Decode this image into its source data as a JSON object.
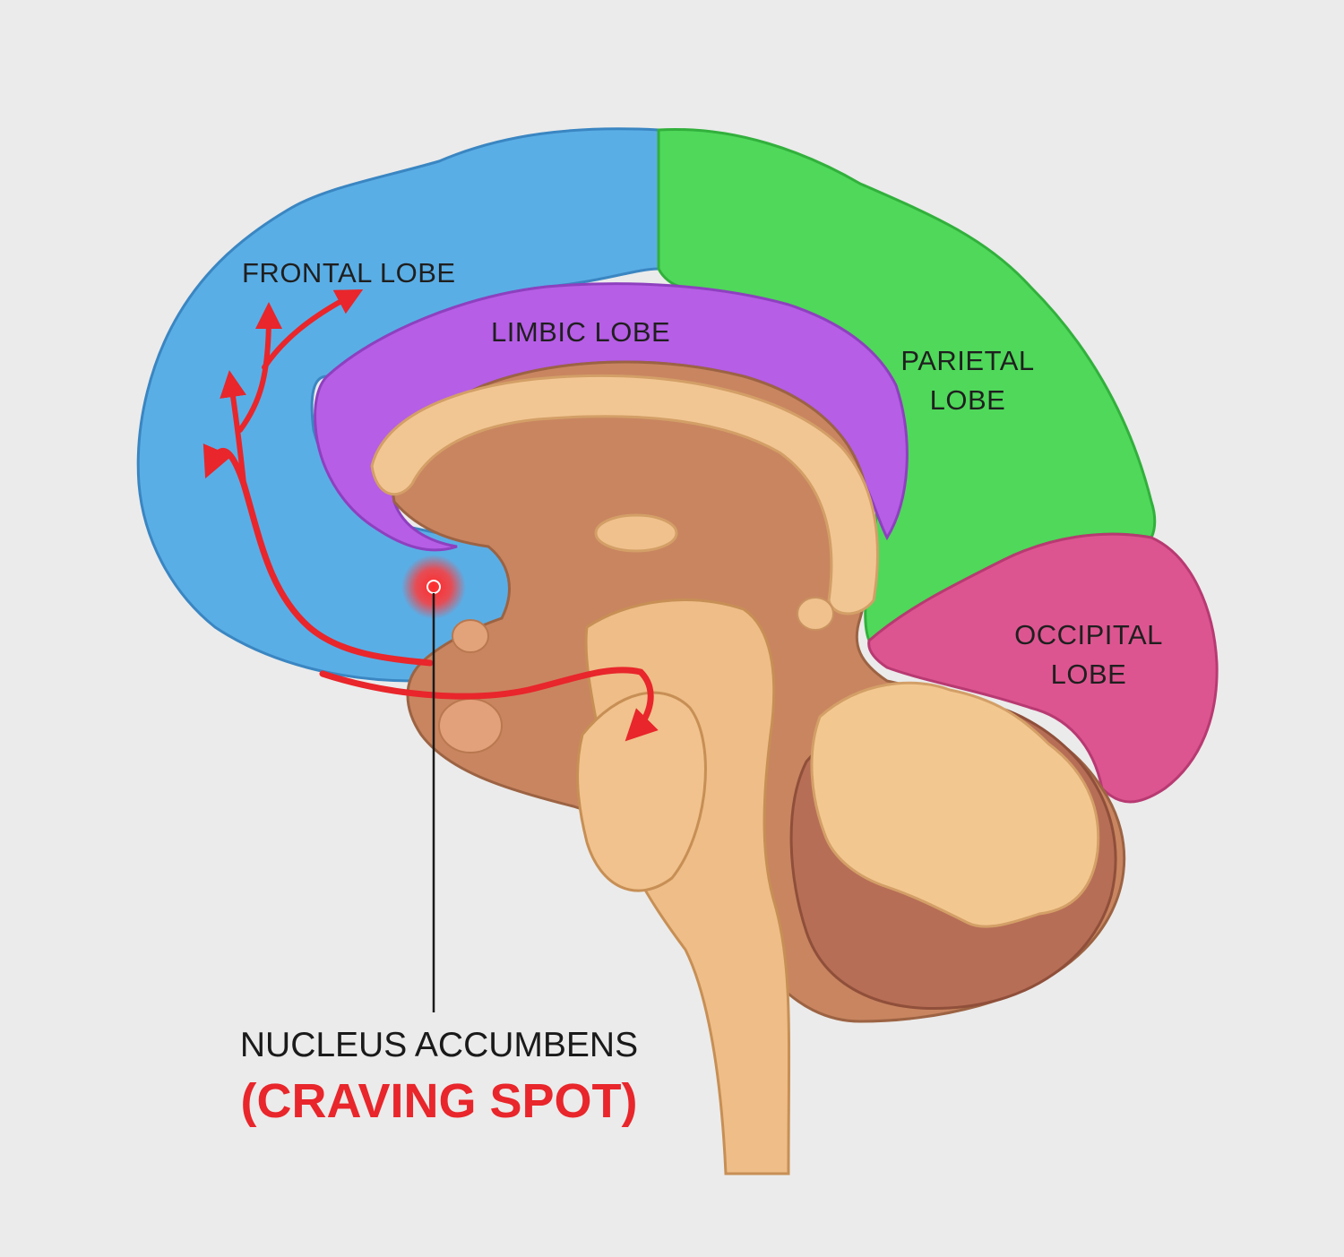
{
  "labels": {
    "frontal": "FRONTAL LOBE",
    "limbic": "LIMBIC LOBE",
    "parietal_line1": "PARIETAL",
    "parietal_line2": "LOBE",
    "occipital_line1": "OCCIPITAL",
    "occipital_line2": "LOBE"
  },
  "callout": {
    "title": "NUCLEUS ACCUMBENS",
    "subtitle": "(CRAVING SPOT)"
  },
  "colors": {
    "background": "#ebebeb",
    "frontal": "#5aaee6",
    "limbic": "#b65ee6",
    "parietal": "#4fd85a",
    "occipital": "#dd5590",
    "core": "#c98560",
    "pathway": "#e8262b"
  }
}
